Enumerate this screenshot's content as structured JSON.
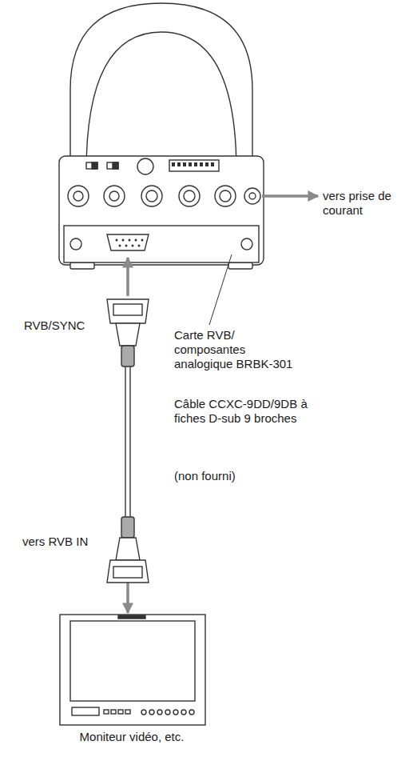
{
  "diagram": {
    "labels": [
      "vers prise de courant",
      "RVB/SYNC",
      "Carte RVB/ composantes analogique BRBK-301",
      "Câble CCXC-9DD/9DB à fiches D-sub 9 broches",
      "(non fourni)",
      "vers RVB IN",
      "Moniteur vidéo, etc."
    ]
  }
}
